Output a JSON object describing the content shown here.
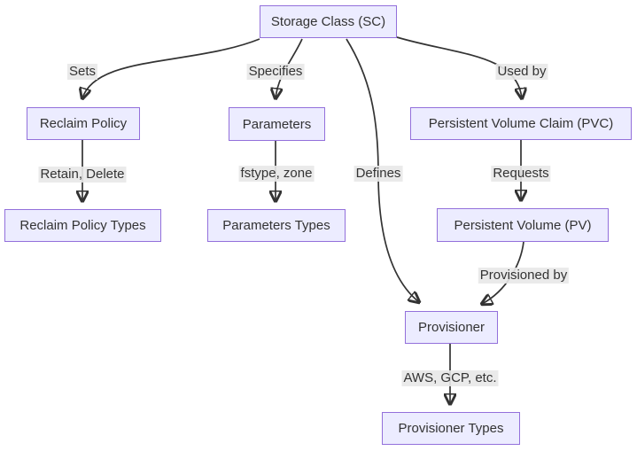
{
  "diagram_type": "flowchart",
  "nodes": {
    "sc": {
      "label": "Storage Class (SC)"
    },
    "reclaim_policy": {
      "label": "Reclaim Policy"
    },
    "parameters": {
      "label": "Parameters"
    },
    "pvc": {
      "label": "Persistent Volume Claim (PVC)"
    },
    "reclaim_policy_types": {
      "label": "Reclaim Policy Types"
    },
    "parameters_types": {
      "label": "Parameters Types"
    },
    "pv": {
      "label": "Persistent Volume (PV)"
    },
    "provisioner": {
      "label": "Provisioner"
    },
    "provisioner_types": {
      "label": "Provisioner Types"
    }
  },
  "edges": [
    {
      "from": "sc",
      "to": "reclaim_policy",
      "label": "Sets"
    },
    {
      "from": "sc",
      "to": "parameters",
      "label": "Specifies"
    },
    {
      "from": "sc",
      "to": "pvc",
      "label": "Used by"
    },
    {
      "from": "sc",
      "to": "provisioner",
      "label": "Defines"
    },
    {
      "from": "reclaim_policy",
      "to": "reclaim_policy_types",
      "label": "Retain, Delete"
    },
    {
      "from": "parameters",
      "to": "parameters_types",
      "label": "fstype, zone"
    },
    {
      "from": "pvc",
      "to": "pv",
      "label": "Requests"
    },
    {
      "from": "pv",
      "to": "provisioner",
      "label": "Provisioned by"
    },
    {
      "from": "provisioner",
      "to": "provisioner_types",
      "label": "AWS, GCP, etc."
    }
  ],
  "colors": {
    "node_fill": "#ECECFF",
    "node_border": "#9370DB",
    "edge_stroke": "#333333",
    "edge_label_bg": "#e8e8e8",
    "text": "#333333",
    "background": "#ffffff"
  }
}
